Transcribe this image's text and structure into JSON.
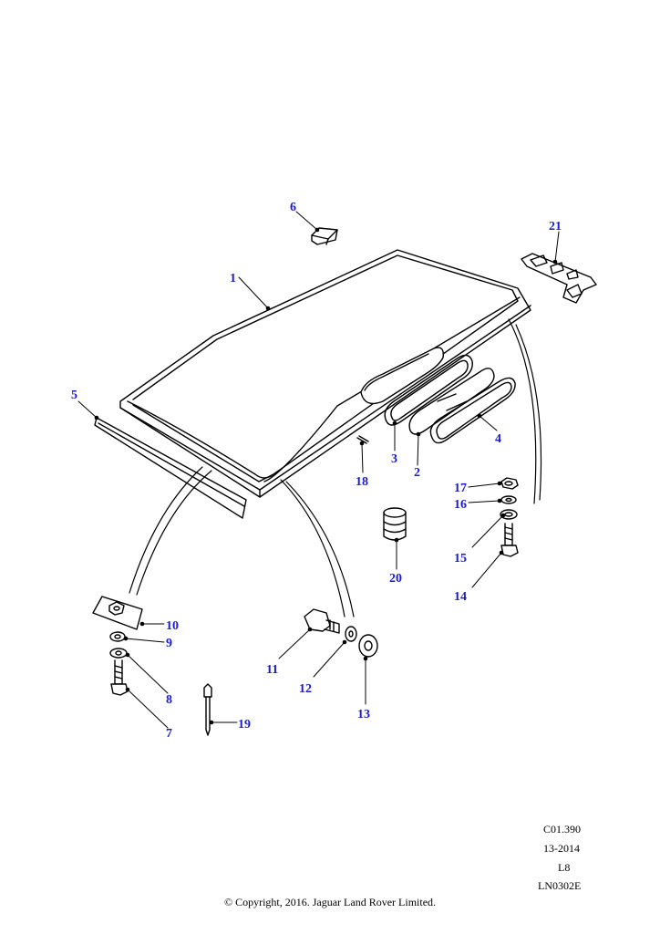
{
  "diagram": {
    "callouts": [
      {
        "id": "callout-1",
        "label": "1"
      },
      {
        "id": "callout-2",
        "label": "2"
      },
      {
        "id": "callout-3",
        "label": "3"
      },
      {
        "id": "callout-4",
        "label": "4"
      },
      {
        "id": "callout-5",
        "label": "5"
      },
      {
        "id": "callout-6",
        "label": "6"
      },
      {
        "id": "callout-7",
        "label": "7"
      },
      {
        "id": "callout-8",
        "label": "8"
      },
      {
        "id": "callout-9",
        "label": "9"
      },
      {
        "id": "callout-10",
        "label": "10"
      },
      {
        "id": "callout-11",
        "label": "11"
      },
      {
        "id": "callout-12",
        "label": "12"
      },
      {
        "id": "callout-13",
        "label": "13"
      },
      {
        "id": "callout-14",
        "label": "14"
      },
      {
        "id": "callout-15",
        "label": "15"
      },
      {
        "id": "callout-16",
        "label": "16"
      },
      {
        "id": "callout-17",
        "label": "17"
      },
      {
        "id": "callout-18",
        "label": "18"
      },
      {
        "id": "callout-19",
        "label": "19"
      },
      {
        "id": "callout-20",
        "label": "20"
      },
      {
        "id": "callout-21",
        "label": "21"
      }
    ]
  },
  "meta": {
    "ref_code": "C01.390",
    "date_code": "13-2014",
    "level": "L8",
    "drawing_number": "LN0302E",
    "copyright": "© Copyright, 2016. Jaguar Land Rover Limited."
  },
  "colors": {
    "callout": "#1a1ad4",
    "line": "#000000",
    "fill": "#ffffff"
  }
}
